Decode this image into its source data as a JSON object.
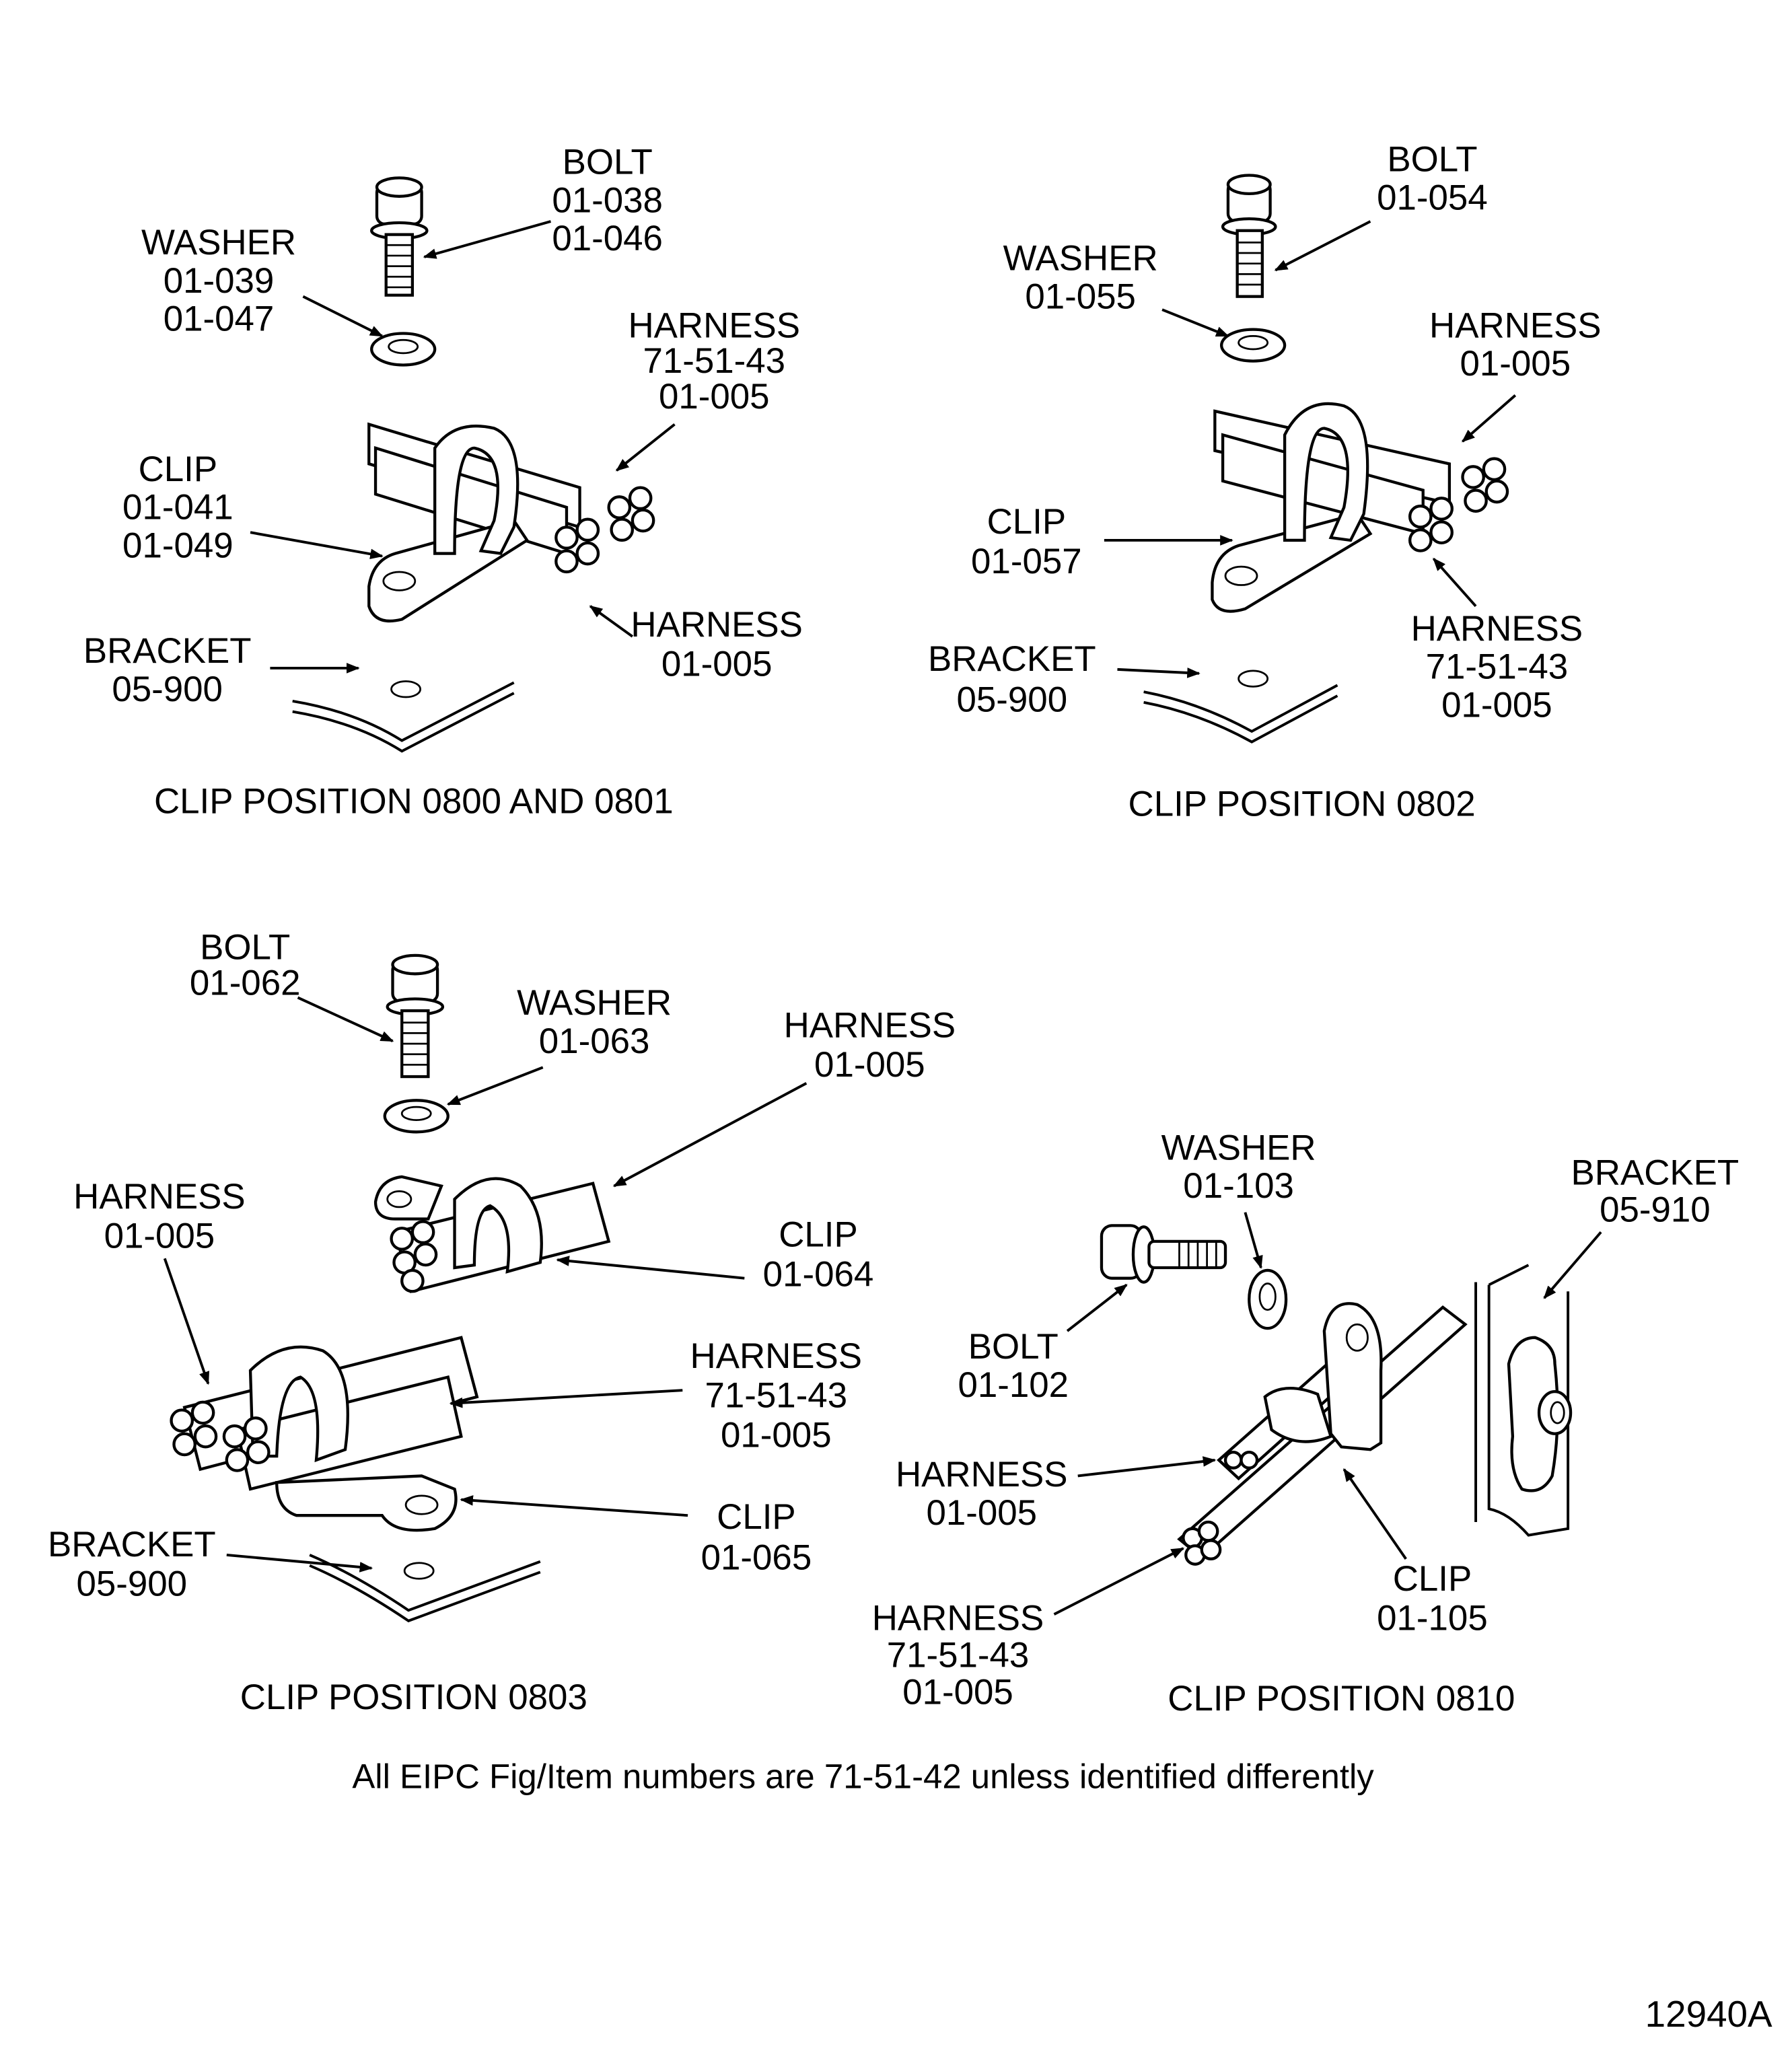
{
  "figure_number": "12940A",
  "footnote": "All EIPC Fig/Item numbers are 71-51-42 unless identified differently",
  "views": [
    {
      "caption": "CLIP POSITION 0800 AND 0801",
      "callouts": {
        "bolt": [
          "BOLT",
          "01-038",
          "01-046"
        ],
        "washer": [
          "WASHER",
          "01-039",
          "01-047"
        ],
        "harness_upper": [
          "HARNESS",
          "71-51-43",
          "01-005"
        ],
        "clip": [
          "CLIP",
          "01-041",
          "01-049"
        ],
        "harness_lower": [
          "HARNESS",
          "01-005"
        ],
        "bracket": [
          "BRACKET",
          "05-900"
        ]
      }
    },
    {
      "caption": "CLIP POSITION 0802",
      "callouts": {
        "bolt": [
          "BOLT",
          "01-054"
        ],
        "washer": [
          "WASHER",
          "01-055"
        ],
        "harness_upper": [
          "HARNESS",
          "01-005"
        ],
        "clip": [
          "CLIP",
          "01-057"
        ],
        "harness_lower": [
          "HARNESS",
          "71-51-43",
          "01-005"
        ],
        "bracket": [
          "BRACKET",
          "05-900"
        ]
      }
    },
    {
      "caption": "CLIP POSITION 0803",
      "callouts": {
        "bolt": [
          "BOLT",
          "01-062"
        ],
        "washer": [
          "WASHER",
          "01-063"
        ],
        "harness_upper": [
          "HARNESS",
          "01-005"
        ],
        "clip_upper": [
          "CLIP",
          "01-064"
        ],
        "harness_left": [
          "HARNESS",
          "01-005"
        ],
        "harness_mid": [
          "HARNESS",
          "71-51-43",
          "01-005"
        ],
        "clip_lower": [
          "CLIP",
          "01-065"
        ],
        "bracket": [
          "BRACKET",
          "05-900"
        ]
      }
    },
    {
      "caption": "CLIP POSITION 0810",
      "callouts": {
        "washer": [
          "WASHER",
          "01-103"
        ],
        "bracket": [
          "BRACKET",
          "05-910"
        ],
        "bolt": [
          "BOLT",
          "01-102"
        ],
        "harness_upper": [
          "HARNESS",
          "01-005"
        ],
        "harness_lower": [
          "HARNESS",
          "71-51-43",
          "01-005"
        ],
        "clip": [
          "CLIP",
          "01-105"
        ]
      }
    }
  ]
}
